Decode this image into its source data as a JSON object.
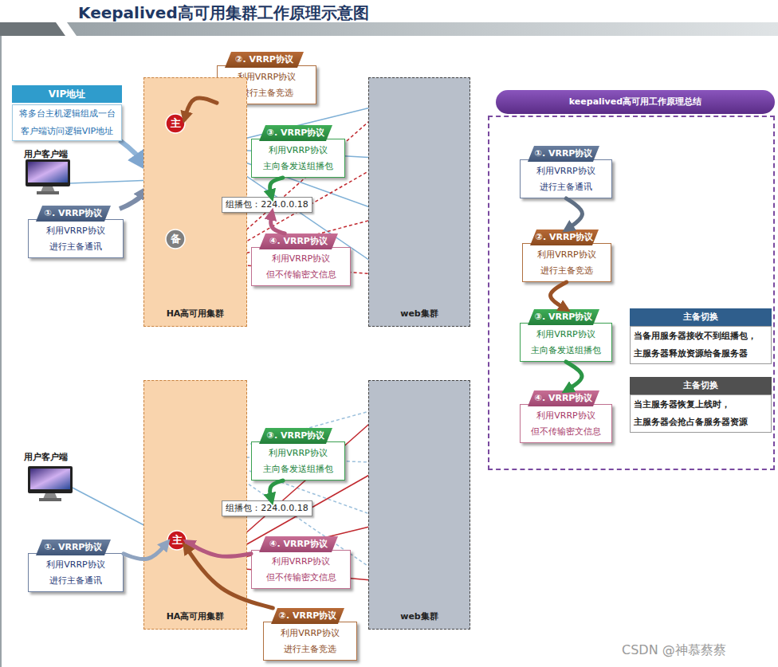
{
  "diagram": {
    "title": "Keepalived高可用集群工作原理示意图",
    "nodes": [
      {
        "text": [
          "VIP地址",
          "将多台主机逻辑组成一台 客户端访问逻辑VIP地址"
        ]
      },
      {
        "text": [
          "②. VRRP协议",
          "利用VRRP协议 进行主备竞选"
        ]
      },
      {
        "text": [
          "HA高可用集群"
        ]
      },
      {
        "text": [
          "主"
        ],
        "in": 2
      },
      {
        "text": [
          "备"
        ],
        "in": 2
      },
      {
        "text": [
          "组播包：224.0.0.18"
        ]
      },
      {
        "text": [
          "③. VRRP协议",
          "利用VRRP协议 主向备发送组播包"
        ]
      },
      {
        "text": [
          "④. VRRP协议",
          "利用VRRP协议 但不传输密文信息"
        ]
      },
      {
        "text": [
          "①. VRRP协议",
          "利用VRRP协议 进行主备通讯"
        ]
      },
      {
        "text": [
          "web集群"
        ]
      },
      {
        "text": [
          "keepalived高可用工作原理总结"
        ]
      },
      {
        "text": [
          "①. VRRP协议",
          "利用VRRP协议 进行主备通讯"
        ],
        "in": 10
      },
      {
        "text": [
          "②. VRRP协议",
          "利用VRRP协议 进行主备竞选"
        ],
        "in": 10
      },
      {
        "text": [
          "③. VRRP协议",
          "利用VRRP协议 主向备发送组播包"
        ],
        "in": 10
      },
      {
        "text": [
          "主备切换",
          "当备用服务器接收不到组播包， 主服务器释放资源给备服务器"
        ],
        "in": 10
      },
      {
        "text": [
          "④. VRRP协议",
          "利用VRRP协议 但不传输密文信息"
        ],
        "in": 10
      },
      {
        "text": [
          "主备切换",
          "当主服务器恢复上线时， 主服务器会抢占备服务器资源"
        ],
        "in": 10
      },
      {
        "text": [
          "HA高可用集群"
        ]
      },
      {
        "text": [
          "主"
        ],
        "in": 17
      },
      {
        "text": [
          "组播包：224.0.0.18"
        ]
      },
      {
        "text": [
          "③. VRRP协议",
          "利用VRRP协议 主向备发送组播包"
        ]
      },
      {
        "text": [
          "④. VRRP协议",
          "利用VRRP协议 但不传输密文信息"
        ]
      },
      {
        "text": [
          "①. VRRP协议",
          "利用VRRP协议 进行主备通讯"
        ]
      },
      {
        "text": [
          "web集群"
        ]
      },
      {
        "text": [
          "②. VRRP协议",
          "利用VRRP协议 进行主备竞选"
        ]
      }
    ],
    "edges": [
      {
        "from": 1,
        "to": 3,
        "arrow": "to"
      },
      {
        "from": 6,
        "to": 5,
        "arrow": "to"
      },
      {
        "from": 7,
        "to": 5,
        "arrow": "to"
      },
      {
        "from": 11,
        "to": 12,
        "arrow": "to"
      },
      {
        "from": 12,
        "to": 13,
        "arrow": "to"
      },
      {
        "from": 13,
        "to": 15,
        "arrow": "to"
      },
      {
        "from": 20,
        "to": 19,
        "arrow": "to"
      },
      {
        "from": 21,
        "to": 18,
        "arrow": "to"
      },
      {
        "from": 24,
        "to": 18,
        "arrow": "to"
      },
      {
        "from": 22,
        "to": 18,
        "arrow": "to"
      }
    ],
    "labels": [
      "用户客户端",
      "用户客户端",
      "CSDN @神慕蔡蔡"
    ]
  }
}
